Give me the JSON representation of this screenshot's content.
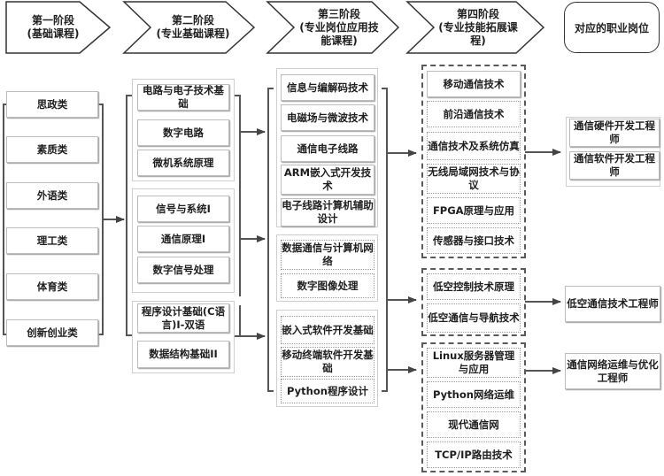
{
  "stages": [
    {
      "title": "第一阶段",
      "subtitle": "(基础课程)"
    },
    {
      "title": "第二阶段",
      "subtitle": "(专业基础课程)"
    },
    {
      "title": "第三阶段",
      "subtitle": "(专业岗位应用技能课程)"
    },
    {
      "title": "第四阶段",
      "subtitle": "(专业技能拓展课程)"
    }
  ],
  "career_header": "对应的职业岗位",
  "stage1_courses": [
    "思政类",
    "素质类",
    "外语类",
    "理工类",
    "体育类",
    "创新创业类"
  ],
  "stage2_groups": [
    [
      "电路与电子技术基础",
      "数字电路",
      "微机系统原理"
    ],
    [
      "信号与系统I",
      "通信原理I",
      "数字信号处理"
    ],
    [
      "程序设计基础(C语言)I-双语",
      "数据结构基础II"
    ]
  ],
  "stage3_groups": [
    [
      "信息与编解码技术",
      "电磁场与微波技术",
      "通信电子线路",
      "ARM嵌入式开发技术",
      "电子线路计算机辅助设计"
    ],
    [
      "数据通信与计算机网络",
      "数字图像处理"
    ],
    [
      "嵌入式软件开发基础",
      "移动终端软件开发基础",
      "Python程序设计"
    ]
  ],
  "stage4_groups": [
    [
      "移动通信技术",
      "前沿通信技术",
      "通信技术及系统仿真",
      "无线局域网技术与协议",
      "FPGA原理与应用",
      "传感器与接口技术"
    ],
    [
      "低空控制技术原理",
      "低空通信与导航技术"
    ],
    [
      "Linux服务器管理与应用",
      "Python网络运维",
      "现代通信网",
      "TCP/IP路由技术"
    ]
  ],
  "careers": [
    [
      "通信硬件开发工程师",
      "通信软件开发工程师"
    ],
    [
      "低空通信技术工程师"
    ],
    [
      "通信网络运维与优化工程师"
    ]
  ]
}
